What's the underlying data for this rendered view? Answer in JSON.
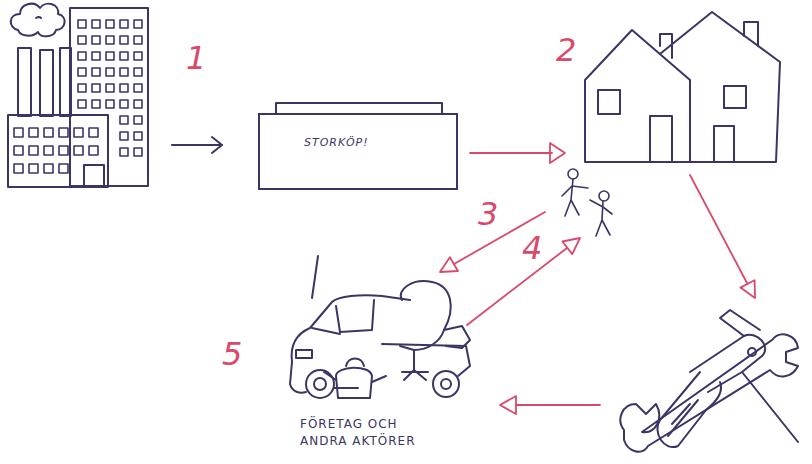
{
  "diagram": {
    "nodes": [
      {
        "text": [
          "STORKÖP!"
        ]
      },
      {
        "text": [
          "FÖRETAG OCH ANDRA AKTÖRER"
        ]
      }
    ],
    "labels": [
      "1",
      "2",
      "3",
      "4",
      "5"
    ]
  }
}
